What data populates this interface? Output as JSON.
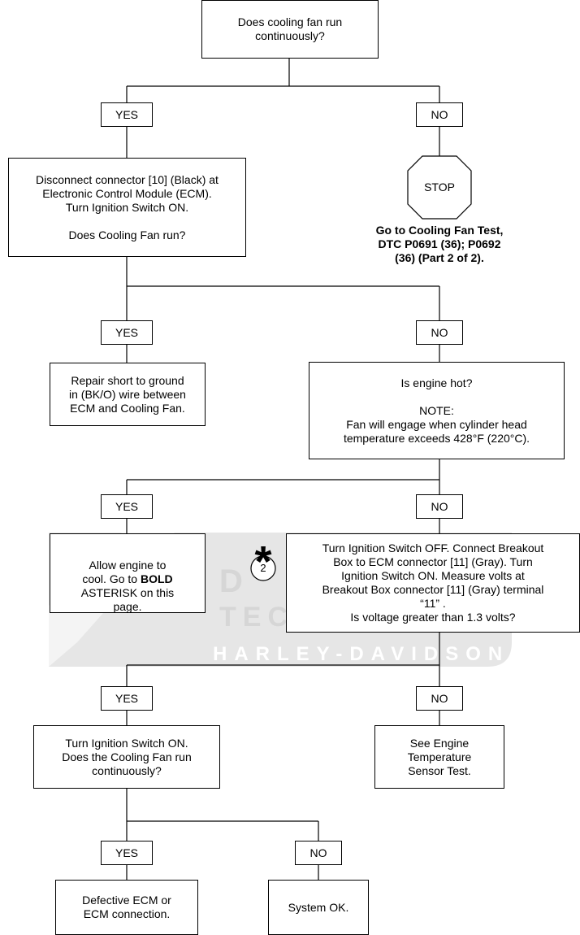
{
  "flowchart": {
    "q1": "Does cooling fan run\ncontinuously?",
    "q1_yes": "YES",
    "q1_no": "NO",
    "stop_sign": "STOP",
    "stop_note": "Go to Cooling Fan Test,\nDTC P0691 (36); P0692\n(36) (Part 2 of 2).",
    "q2": "Disconnect connector [10] (Black) at\nElectronic Control Module (ECM).\nTurn Ignition Switch ON.\n\nDoes Cooling Fan run?",
    "q2_yes": "YES",
    "q2_no": "NO",
    "repair_short": "Repair short to ground\nin (BK/O) wire between\nECM and Cooling Fan.",
    "q3": "Is engine hot?\n\nNOTE:\nFan will engage when cylinder head\ntemperature exceeds 428°F (220°C).",
    "q3_yes": "YES",
    "q3_no": "NO",
    "allow_cool_pre": "Allow engine to\ncool. Go to ",
    "allow_cool_bold": "BOLD",
    "allow_cool_post": "\nASTERISK on this\npage.",
    "asterisk": "*",
    "asterisk_number": "2",
    "q4": "Turn Ignition Switch OFF. Connect Breakout\nBox to ECM connector [11] (Gray). Turn\nIgnition Switch ON. Measure volts at\nBreakout Box connector [11] (Gray) terminal\n“11” .\nIs voltage greater than 1.3 volts?",
    "q4_yes": "YES",
    "q4_no": "NO",
    "q5": "Turn Ignition Switch ON.\nDoes the Cooling Fan run\ncontinuously?",
    "see_sensor": "See Engine\nTemperature\nSensor Test.",
    "q5_yes": "YES",
    "q5_no": "NO",
    "defective_ecm": "Defective ECM or\nECM connection.",
    "system_ok": "System OK."
  },
  "watermark": {
    "brand_partial": "TEC",
    "brand_letter": "D",
    "brand": "HARLEY-DAVIDSON",
    "color": "#d9d9d9"
  }
}
